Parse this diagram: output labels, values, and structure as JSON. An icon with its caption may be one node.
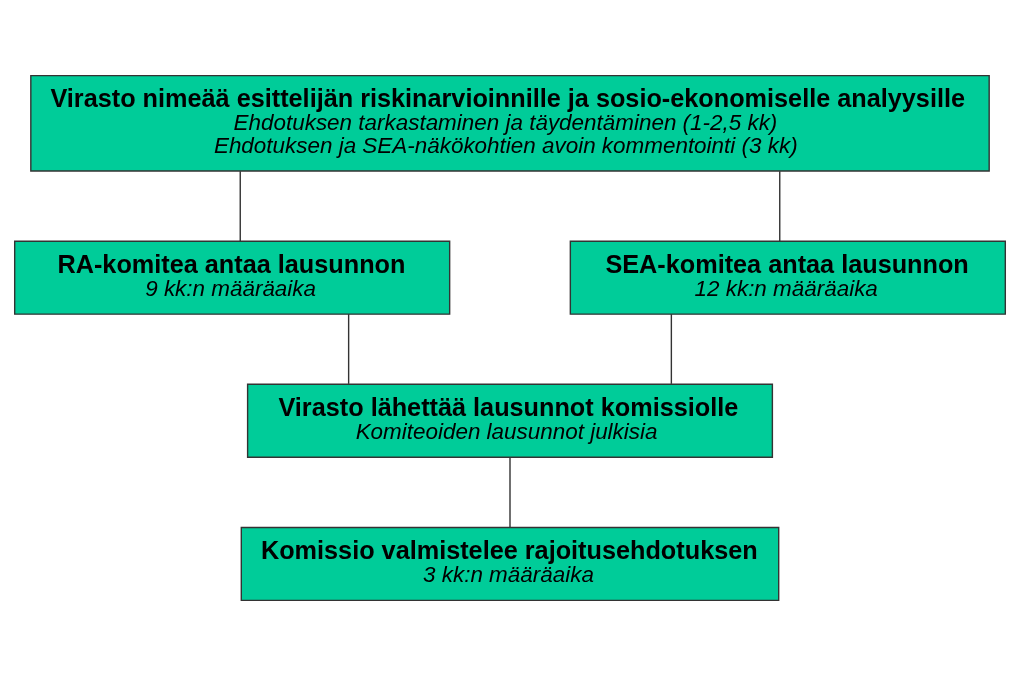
{
  "diagram": {
    "nodes": [
      {
        "text": [
          "Virasto nimeää esittelijän riskinarvioinnille ja sosio-ekonomiselle analyysille",
          "Ehdotuksen tarkastaminen ja täydentäminen (1-2,5 kk)",
          "Ehdotuksen ja SEA-näkökohtien avoin kommentointi (3 kk)"
        ]
      },
      {
        "text": [
          "RA-komitea antaa lausunnon",
          "9 kk:n määräaika"
        ]
      },
      {
        "text": [
          "SEA-komitea antaa lausunnon",
          "12 kk:n määräaika"
        ]
      },
      {
        "text": [
          "Virasto lähettää lausunnot komissiolle",
          "Komiteoiden lausunnot julkisia"
        ]
      },
      {
        "text": [
          "Komissio valmistelee rajoitusehdotuksen",
          "3 kk:n määräaika"
        ]
      }
    ],
    "edges": [
      {
        "from": 0,
        "to": 1,
        "arrow": "none"
      },
      {
        "from": 0,
        "to": 2,
        "arrow": "none"
      },
      {
        "from": 1,
        "to": 3,
        "arrow": "none"
      },
      {
        "from": 2,
        "to": 3,
        "arrow": "none"
      },
      {
        "from": 3,
        "to": 4,
        "arrow": "none"
      }
    ]
  }
}
